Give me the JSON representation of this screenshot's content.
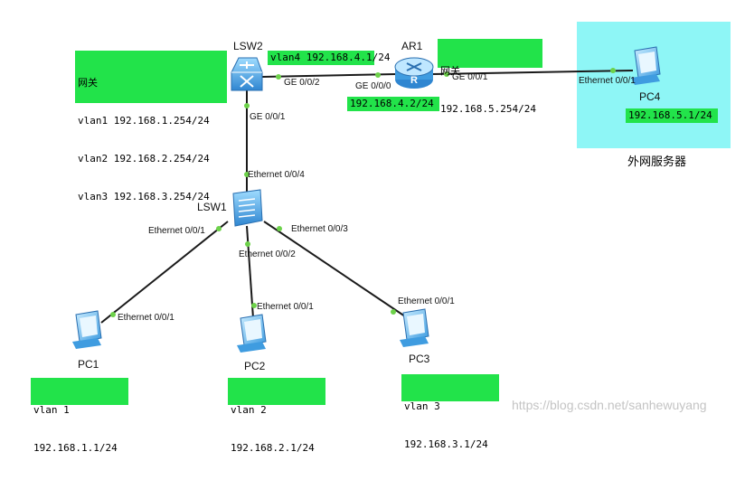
{
  "devices": {
    "lsw2": "LSW2",
    "ar1": "AR1",
    "lsw1": "LSW1",
    "pc1": "PC1",
    "pc2": "PC2",
    "pc3": "PC3",
    "pc4": "PC4"
  },
  "gateway_left": {
    "title": "网关",
    "lines": [
      "vlan1 192.168.1.254/24",
      "vlan2 192.168.2.254/24",
      "vlan3 192.168.3.254/24"
    ]
  },
  "vlan4_box": "vlan4 192.168.4.1/24",
  "gateway_right": {
    "title": "网关",
    "ip": "192.168.5.254/24"
  },
  "ar1_ip": "192.168.4.2/24",
  "pc4_ip": "192.168.5.1/24",
  "internet_label": "外网服务器",
  "pc1_box": {
    "vlan": "vlan 1",
    "ip": "192.168.1.1/24"
  },
  "pc2_box": {
    "vlan": "vlan 2",
    "ip": "192.168.2.1/24"
  },
  "pc3_box": {
    "vlan": "vlan 3",
    "ip": "192.168.3.1/24"
  },
  "ports": {
    "lsw2_ge002": "GE 0/0/2",
    "ar1_ge000": "GE 0/0/0",
    "ar1_ge001": "GE 0/0/1",
    "pc4_eth": "Ethernet 0/0/1",
    "lsw2_ge001": "GE 0/0/1",
    "lsw1_eth4": "Ethernet 0/0/4",
    "lsw1_eth1": "Ethernet 0/0/1",
    "lsw1_eth2": "Ethernet 0/0/2",
    "lsw1_eth3": "Ethernet 0/0/3",
    "pc1_eth": "Ethernet 0/0/1",
    "pc2_eth": "Ethernet 0/0/1",
    "pc3_eth": "Ethernet 0/0/1"
  },
  "watermark": "https://blog.csdn.net/sanhewuyang",
  "colors": {
    "label_bg": "#22e34a",
    "internet_bg": "#8ef6f6",
    "link": "#1a1a1a",
    "port_dot": "#6dd24a",
    "device_blue": "#3f9ce0"
  }
}
